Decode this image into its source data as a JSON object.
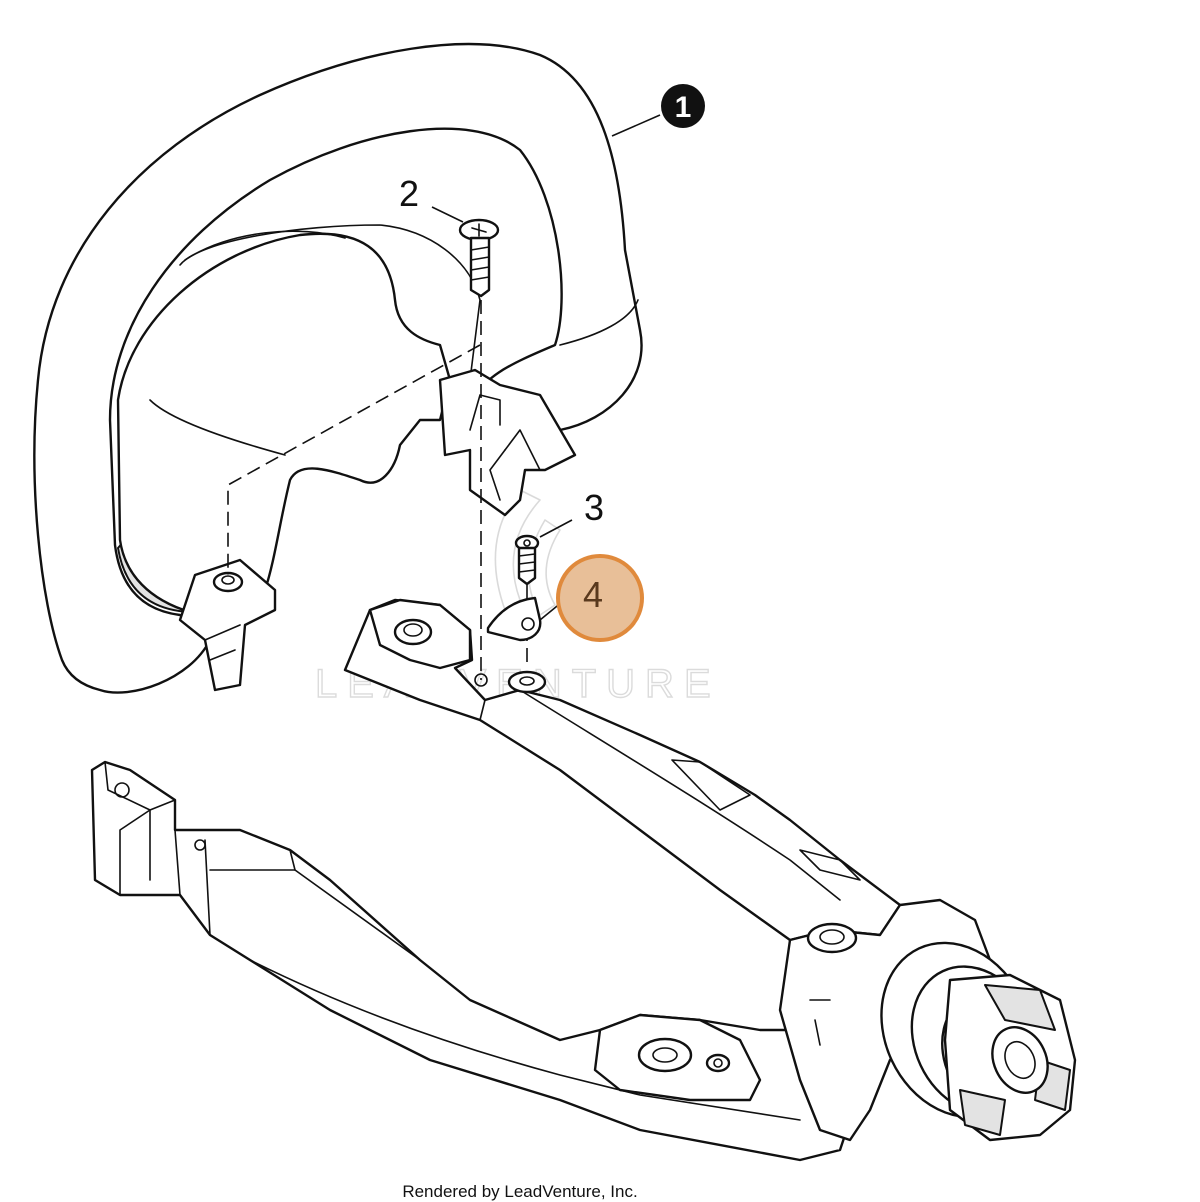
{
  "diagram": {
    "callouts": [
      {
        "label": "1",
        "style": "filled-black"
      },
      {
        "label": "2",
        "style": "plain"
      },
      {
        "label": "3",
        "style": "plain"
      },
      {
        "label": "4",
        "style": "highlighted"
      }
    ],
    "watermark": "LEADVENTURE",
    "credit": "Rendered by LeadVenture, Inc."
  },
  "colors": {
    "line": "#111111",
    "highlight_fill": "#e8bf98",
    "highlight_stroke": "#e08a3c",
    "watermark": "#d8d8d8"
  }
}
